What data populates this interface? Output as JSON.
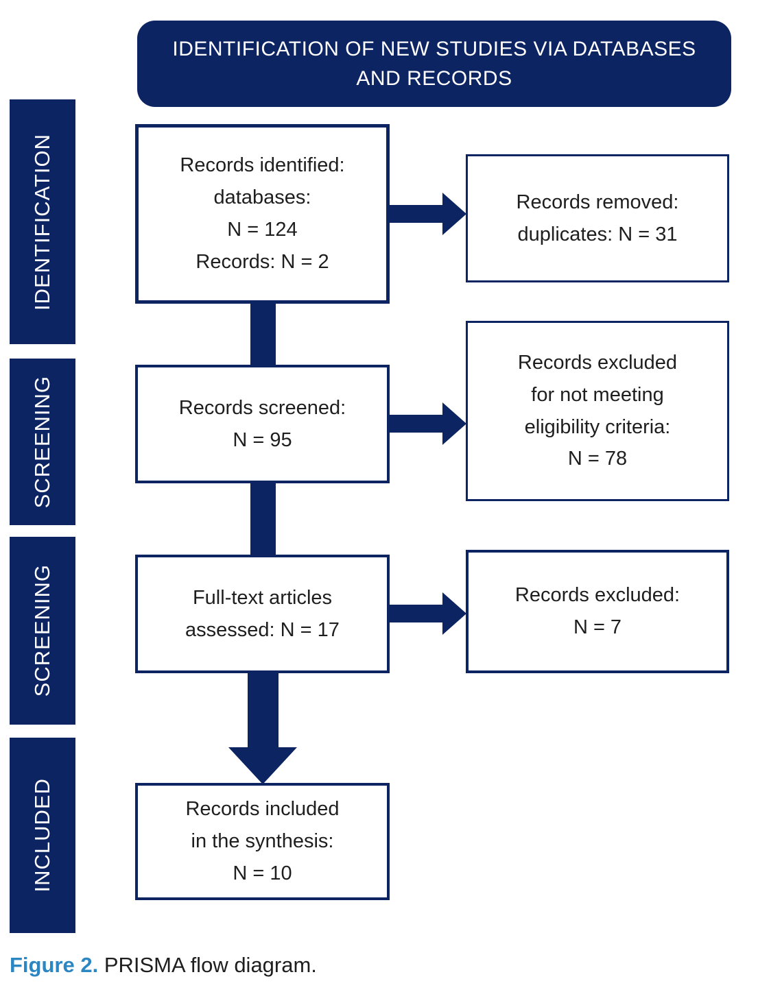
{
  "header": {
    "title": "IDENTIFICATION OF NEW STUDIES VIA DATABASES\nAND RECORDS"
  },
  "sidebar": {
    "labels": [
      {
        "label": "IDENTIFICATION"
      },
      {
        "label": "SCREENING"
      },
      {
        "label": "SCREENING"
      },
      {
        "label": "INCLUDED"
      }
    ]
  },
  "flow": {
    "main": [
      {
        "name": "records-identified",
        "text": "Records identified:\ndatabases:\nN = 124\nRecords: N = 2"
      },
      {
        "name": "records-screened",
        "text": "Records screened:\nN = 95"
      },
      {
        "name": "full-text-assessed",
        "text": "Full-text articles\nassessed: N = 17"
      },
      {
        "name": "records-included",
        "text": "Records included\nin the synthesis:\nN = 10"
      }
    ],
    "side": [
      {
        "name": "records-removed-duplicates",
        "text": "Records removed:\nduplicates: N = 31"
      },
      {
        "name": "records-excluded-eligibility",
        "text": "Records excluded\nfor not meeting\neligibility criteria:\nN = 78"
      },
      {
        "name": "records-excluded",
        "text": "Records excluded:\nN = 7"
      }
    ]
  },
  "caption": {
    "label": "Figure 2.",
    "text": " PRISMA flow diagram."
  },
  "colors": {
    "navy": "#0d2462",
    "caption_blue": "#2b86c2",
    "text": "#1e1e1e",
    "background": "#ffffff"
  }
}
